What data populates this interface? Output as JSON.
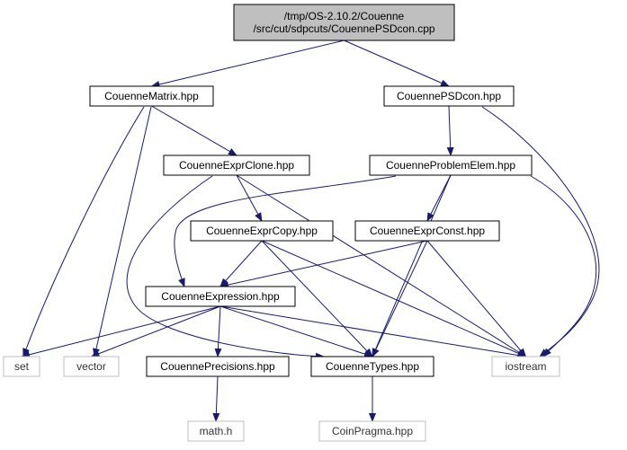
{
  "nodes": [
    {
      "id": "root",
      "lines": [
        "/tmp/OS-2.10.2/Couenne",
        "/src/cut/sdpcuts/CouennePSDcon.cpp"
      ],
      "fill": "#bfbfbf",
      "stroke": "#000000",
      "kind": "file-node",
      "clickable": false
    },
    {
      "id": "couenne-matrix",
      "lines": [
        "CouenneMatrix.hpp"
      ],
      "fill": "#ffffff",
      "stroke": "#000000",
      "kind": "file-node",
      "clickable": true
    },
    {
      "id": "couenne-psdcon",
      "lines": [
        "CouennePSDcon.hpp"
      ],
      "fill": "#ffffff",
      "stroke": "#000000",
      "kind": "file-node",
      "clickable": true
    },
    {
      "id": "couenne-exprclone",
      "lines": [
        "CouenneExprClone.hpp"
      ],
      "fill": "#ffffff",
      "stroke": "#000000",
      "kind": "file-node",
      "clickable": true
    },
    {
      "id": "couenne-problemelem",
      "lines": [
        "CouenneProblemElem.hpp"
      ],
      "fill": "#ffffff",
      "stroke": "#000000",
      "kind": "file-node",
      "clickable": true
    },
    {
      "id": "couenne-exprcopy",
      "lines": [
        "CouenneExprCopy.hpp"
      ],
      "fill": "#ffffff",
      "stroke": "#000000",
      "kind": "file-node",
      "clickable": true
    },
    {
      "id": "couenne-exprconst",
      "lines": [
        "CouenneExprConst.hpp"
      ],
      "fill": "#ffffff",
      "stroke": "#000000",
      "kind": "file-node",
      "clickable": true
    },
    {
      "id": "couenne-expression",
      "lines": [
        "CouenneExpression.hpp"
      ],
      "fill": "#ffffff",
      "stroke": "#000000",
      "kind": "file-node",
      "clickable": true
    },
    {
      "id": "set",
      "lines": [
        "set"
      ],
      "fill": "#ffffff",
      "stroke": "#bfbfbf",
      "kind": "system-node",
      "clickable": false
    },
    {
      "id": "vector",
      "lines": [
        "vector"
      ],
      "fill": "#ffffff",
      "stroke": "#bfbfbf",
      "kind": "system-node",
      "clickable": false
    },
    {
      "id": "couenne-precisions",
      "lines": [
        "CouennePrecisions.hpp"
      ],
      "fill": "#ffffff",
      "stroke": "#000000",
      "kind": "file-node",
      "clickable": true
    },
    {
      "id": "couenne-types",
      "lines": [
        "CouenneTypes.hpp"
      ],
      "fill": "#ffffff",
      "stroke": "#000000",
      "kind": "file-node",
      "clickable": true
    },
    {
      "id": "iostream",
      "lines": [
        "iostream"
      ],
      "fill": "#ffffff",
      "stroke": "#bfbfbf",
      "kind": "system-node",
      "clickable": false
    },
    {
      "id": "math-h",
      "lines": [
        "math.h"
      ],
      "fill": "#ffffff",
      "stroke": "#bfbfbf",
      "kind": "system-node",
      "clickable": false
    },
    {
      "id": "coin-pragma",
      "lines": [
        "CoinPragma.hpp"
      ],
      "fill": "#ffffff",
      "stroke": "#bfbfbf",
      "kind": "system-node",
      "clickable": false
    }
  ],
  "edges": [
    {
      "from": "root",
      "to": "couenne-matrix"
    },
    {
      "from": "root",
      "to": "couenne-psdcon"
    },
    {
      "from": "couenne-matrix",
      "to": "couenne-exprclone"
    },
    {
      "from": "couenne-matrix",
      "to": "set"
    },
    {
      "from": "couenne-matrix",
      "to": "vector"
    },
    {
      "from": "couenne-psdcon",
      "to": "couenne-problemelem"
    },
    {
      "from": "couenne-psdcon",
      "to": "iostream"
    },
    {
      "from": "couenne-exprclone",
      "to": "couenne-exprcopy"
    },
    {
      "from": "couenne-exprclone",
      "to": "couenne-types"
    },
    {
      "from": "couenne-exprclone",
      "to": "iostream"
    },
    {
      "from": "couenne-problemelem",
      "to": "couenne-expression"
    },
    {
      "from": "couenne-problemelem",
      "to": "couenne-exprconst"
    },
    {
      "from": "couenne-problemelem",
      "to": "couenne-types"
    },
    {
      "from": "couenne-problemelem",
      "to": "iostream"
    },
    {
      "from": "couenne-exprcopy",
      "to": "couenne-expression"
    },
    {
      "from": "couenne-exprcopy",
      "to": "couenne-types"
    },
    {
      "from": "couenne-exprcopy",
      "to": "iostream"
    },
    {
      "from": "couenne-exprconst",
      "to": "couenne-expression"
    },
    {
      "from": "couenne-exprconst",
      "to": "couenne-types"
    },
    {
      "from": "couenne-exprconst",
      "to": "iostream"
    },
    {
      "from": "couenne-expression",
      "to": "set"
    },
    {
      "from": "couenne-expression",
      "to": "vector"
    },
    {
      "from": "couenne-expression",
      "to": "couenne-precisions"
    },
    {
      "from": "couenne-expression",
      "to": "couenne-types"
    },
    {
      "from": "couenne-expression",
      "to": "iostream"
    },
    {
      "from": "couenne-precisions",
      "to": "math-h"
    },
    {
      "from": "couenne-types",
      "to": "coin-pragma"
    }
  ],
  "colors": {
    "edge": "#191970",
    "background": "#ffffff"
  }
}
